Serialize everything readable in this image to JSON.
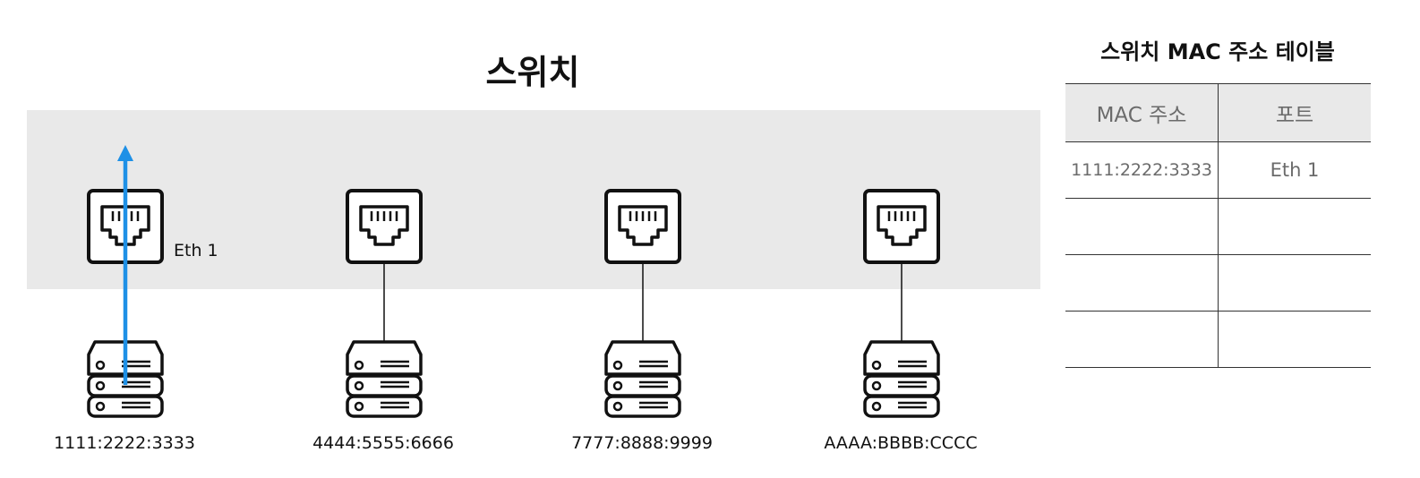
{
  "switch": {
    "title": "스위치",
    "ports": [
      {
        "icon": "ethernet-port-icon",
        "label": "Eth 1"
      },
      {
        "icon": "ethernet-port-icon",
        "label": ""
      },
      {
        "icon": "ethernet-port-icon",
        "label": ""
      },
      {
        "icon": "ethernet-port-icon",
        "label": ""
      }
    ]
  },
  "hosts": [
    {
      "icon": "server-icon",
      "mac": "1111:2222:3333"
    },
    {
      "icon": "server-icon",
      "mac": "4444:5555:6666"
    },
    {
      "icon": "server-icon",
      "mac": "7777:8888:9999"
    },
    {
      "icon": "server-icon",
      "mac": "AAAA:BBBB:CCCC"
    }
  ],
  "frame_arrow": {
    "from_host": 1,
    "direction": "up",
    "color": "#1e90e6"
  },
  "mac_table": {
    "title": "스위치 MAC 주소 테이블",
    "headers": [
      "MAC 주소",
      "포트"
    ],
    "rows": [
      [
        "1111:2222:3333",
        "Eth 1"
      ],
      [
        "",
        ""
      ],
      [
        "",
        ""
      ],
      [
        "",
        ""
      ]
    ]
  },
  "colors": {
    "panel": "#e9e9e9",
    "arrow": "#1e90e6",
    "table_text": "#6b6b6b"
  }
}
